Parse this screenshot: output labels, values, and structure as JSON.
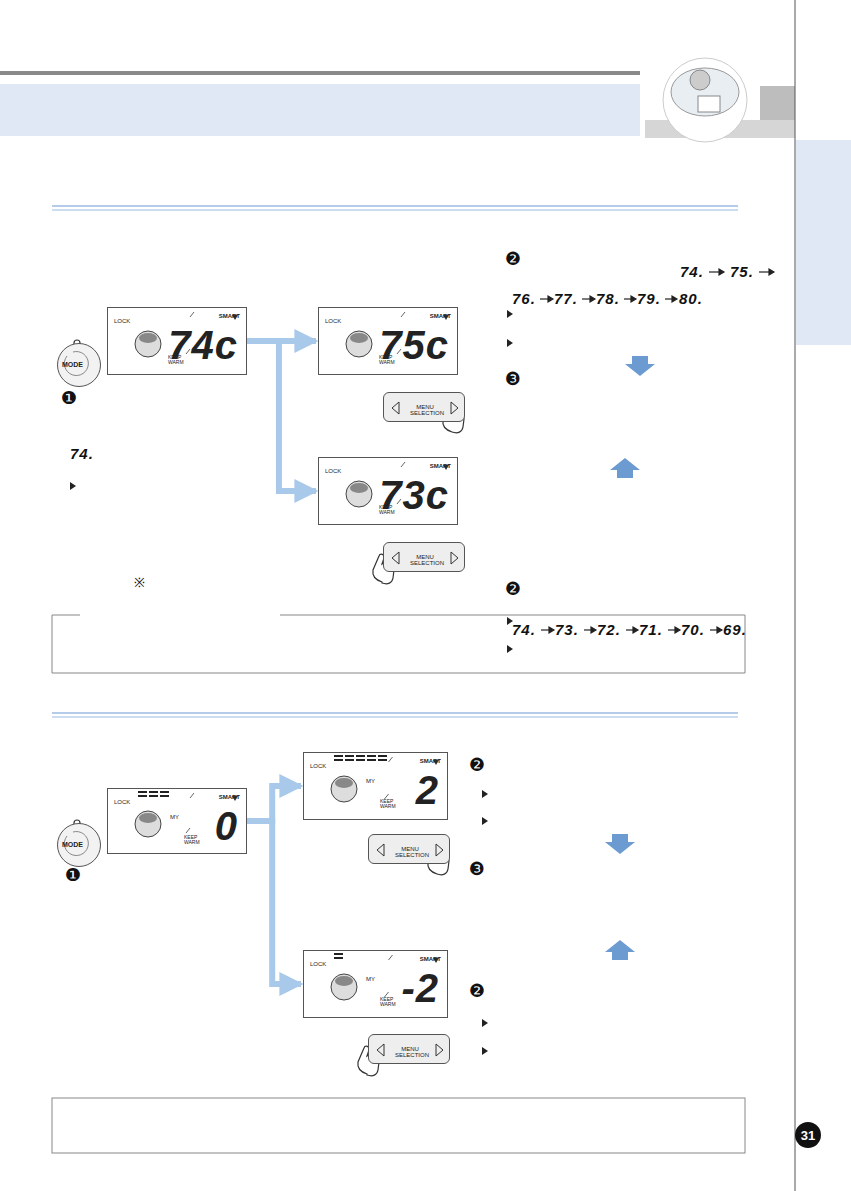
{
  "diagram": {
    "nodes": [
      {
        "text": [
          "MODE"
        ]
      },
      {
        "text": [
          "LOCK",
          "SMART",
          "KEEP WARM",
          "74c"
        ]
      },
      {
        "text": [
          "LOCK",
          "SMART",
          "KEEP WARM",
          "75c"
        ]
      },
      {
        "text": [
          "MENU SELECTION"
        ]
      },
      {
        "text": [
          "LOCK",
          "SMART",
          "KEEP WARM",
          "73c"
        ]
      },
      {
        "text": [
          "MENU SELECTION"
        ]
      },
      {
        "text": [
          "MODE"
        ]
      },
      {
        "text": [
          "LOCK",
          "MY",
          "SMART",
          "KEEP WARM",
          "0"
        ]
      },
      {
        "text": [
          "LOCK",
          "MY",
          "SMART",
          "KEEP WARM",
          "2"
        ]
      },
      {
        "text": [
          "MENU SELECTION"
        ]
      },
      {
        "text": [
          "LOCK",
          "MY",
          "SMART",
          "KEEP WARM",
          "-2"
        ]
      },
      {
        "text": [
          "MENU SELECTION"
        ]
      }
    ],
    "edges": [
      {
        "from": 1,
        "to": 2,
        "arrow": "to"
      },
      {
        "from": 1,
        "to": 4,
        "arrow": "to"
      },
      {
        "from": 7,
        "to": 8,
        "arrow": "to"
      },
      {
        "from": 7,
        "to": 10,
        "arrow": "to"
      }
    ],
    "labels": [
      "❶",
      "74.",
      "※",
      "❷",
      "74.",
      "75.",
      "76.",
      "77.",
      "78.",
      "79.",
      "80.",
      "❸",
      "❷",
      "74.",
      "73.",
      "72.",
      "71.",
      "70.",
      "69.",
      "❶",
      "❷",
      "❸",
      "❷",
      "31"
    ]
  }
}
